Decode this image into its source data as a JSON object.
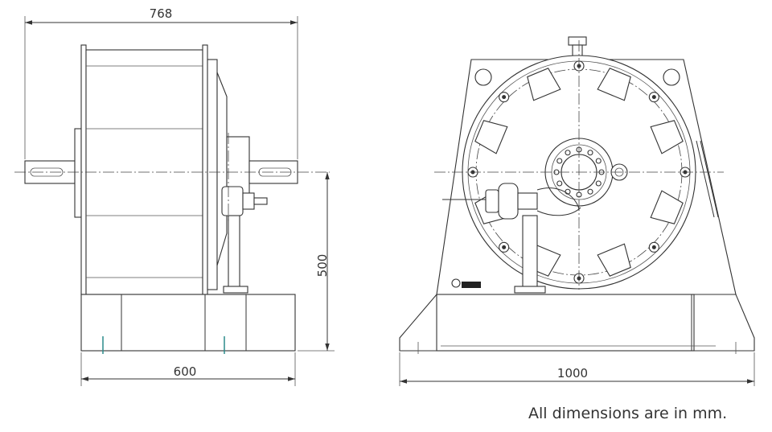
{
  "dimensions": {
    "overall_width_side": "768",
    "base_width_side": "600",
    "shaft_height": "500",
    "base_width_front": "1000"
  },
  "note": "All dimensions are in mm.",
  "colors": {
    "line": "#333333",
    "teal": "#2a8a8a"
  }
}
